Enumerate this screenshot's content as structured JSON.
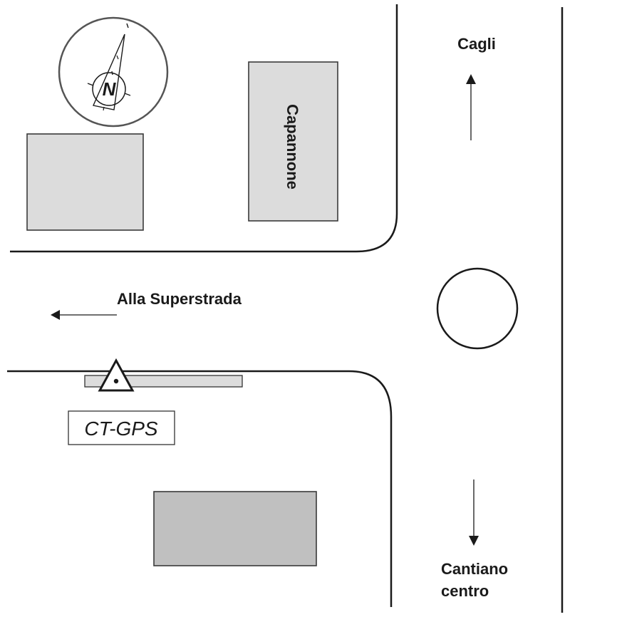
{
  "map": {
    "colors": {
      "road": "#1a1a1a",
      "building_light": "#dcdcdc",
      "building_dark": "#c0c0c0",
      "station_strip": "#dcdcdc",
      "text": "#1a1a1a"
    },
    "compass": {
      "icon": "north-arrow-icon",
      "letter": "N"
    },
    "buildings": [
      {
        "name": "building-northwest",
        "label": ""
      },
      {
        "name": "building-capannone",
        "label": "Capannone"
      },
      {
        "name": "building-south",
        "label": ""
      }
    ],
    "directions": {
      "north": {
        "label": "Cagli",
        "arrow": "arrow-up"
      },
      "west": {
        "label": "Alla Superstrada",
        "arrow": "arrow-left"
      },
      "south": {
        "label_line1": "Cantiano",
        "label_line2": "centro",
        "arrow": "arrow-down"
      }
    },
    "station": {
      "label": "CT-GPS",
      "icon": "gps-triangle-benchmark-icon"
    },
    "roundabout": {
      "icon": "roundabout-circle"
    }
  }
}
